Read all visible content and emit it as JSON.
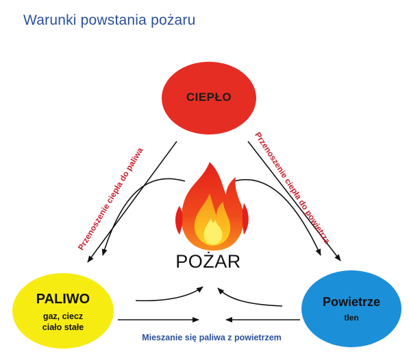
{
  "title": "Warunki powstania pożaru",
  "nodes": {
    "heat": {
      "label": "CIEPŁO",
      "color": "#e62d24"
    },
    "fuel": {
      "label": "PALIWO",
      "sub_line1": "gaz, ciecz",
      "sub_line2": "ciało stałe",
      "color": "#f7ec12"
    },
    "air": {
      "label": "Powietrze",
      "sub": "tlen",
      "color": "#1c8fd9"
    }
  },
  "center": {
    "label": "POŻAR",
    "icon": "flame-icon"
  },
  "edges": {
    "heat_to_fuel": "Przenoszenie ciepła do paliwa",
    "heat_to_air": "Przenoszenie ciepła do powietrza",
    "fuel_air": "Mieszanie się paliwa z powietrzem"
  },
  "colors": {
    "title": "#2b4f9c",
    "edge_label": "#c8202e",
    "bottom_label": "#2b4f9c"
  }
}
